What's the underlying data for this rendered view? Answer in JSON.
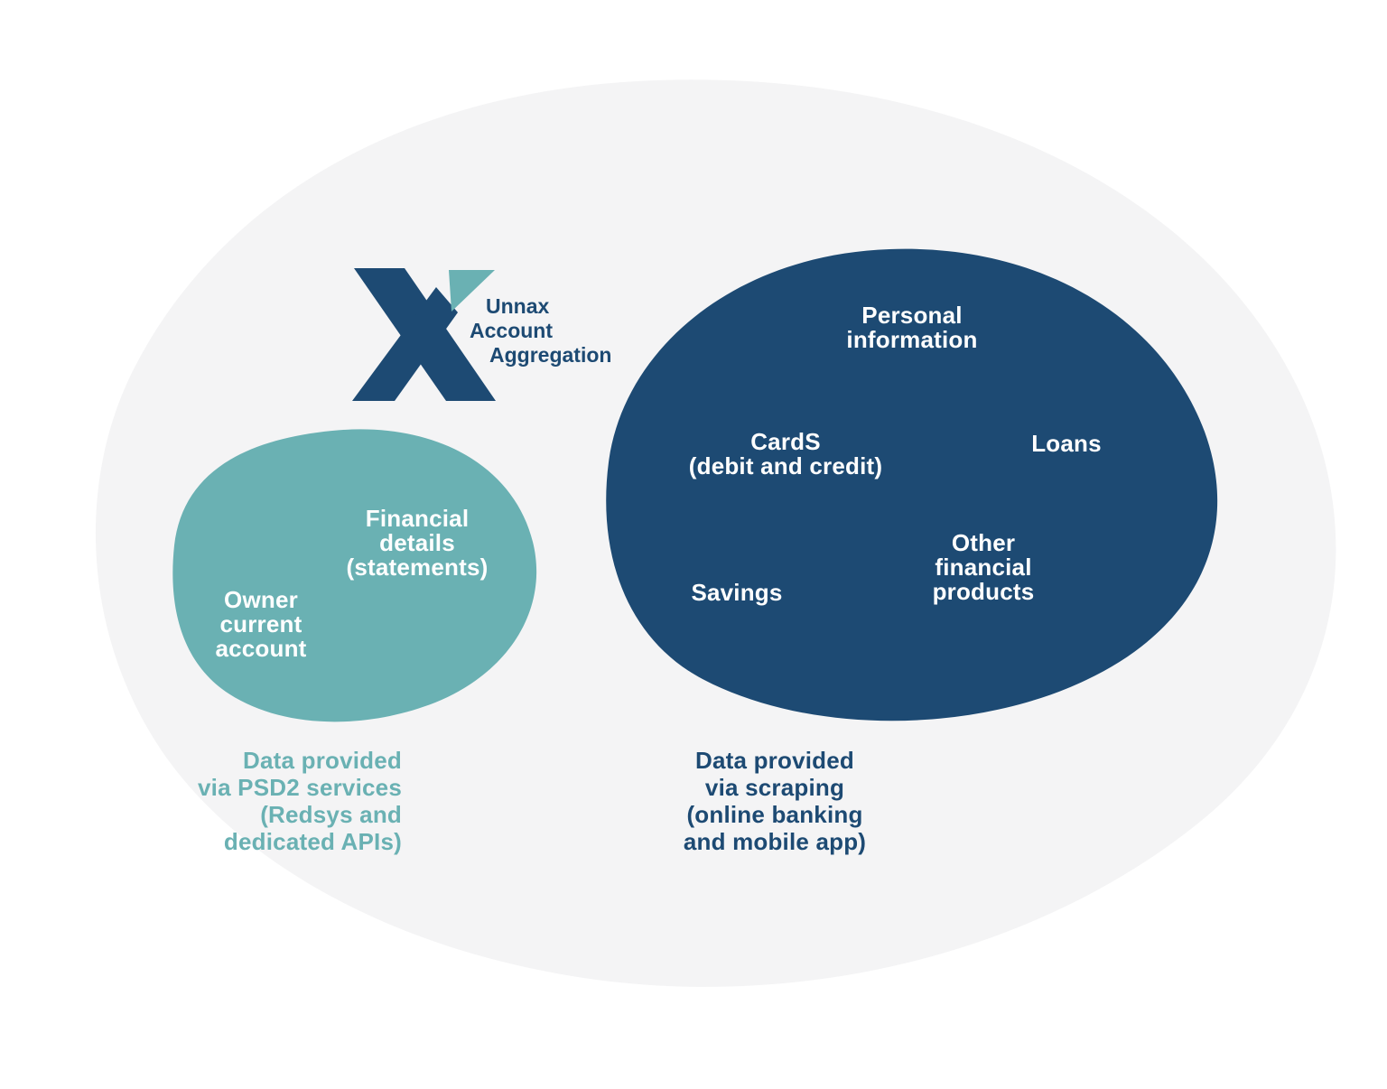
{
  "page": {
    "title": "Unnax Account Aggregation"
  },
  "colors": {
    "navy": "#1d4a73",
    "teal": "#6ab1b3",
    "background_blob": "#f4f4f5",
    "page_background": "#ffffff",
    "bubble_label_text": "#ffffff"
  },
  "logo": {
    "lines": [
      "Unnax",
      "Account",
      "Aggregation"
    ]
  },
  "psd2": {
    "financial_details": "Financial\ndetails\n(statements)",
    "owner_account": "Owner\ncurrent\naccount",
    "caption": "Data provided\nvia PSD2 services\n(Redsys and\ndedicated APIs)"
  },
  "scraping": {
    "personal_information": "Personal\ninformation",
    "cards": "CardS\n(debit and credit)",
    "loans": "Loans",
    "savings": "Savings",
    "other_financial_products": "Other\nfinancial\nproducts",
    "caption": "Data provided\nvia scraping\n(online banking\nand mobile app)"
  }
}
